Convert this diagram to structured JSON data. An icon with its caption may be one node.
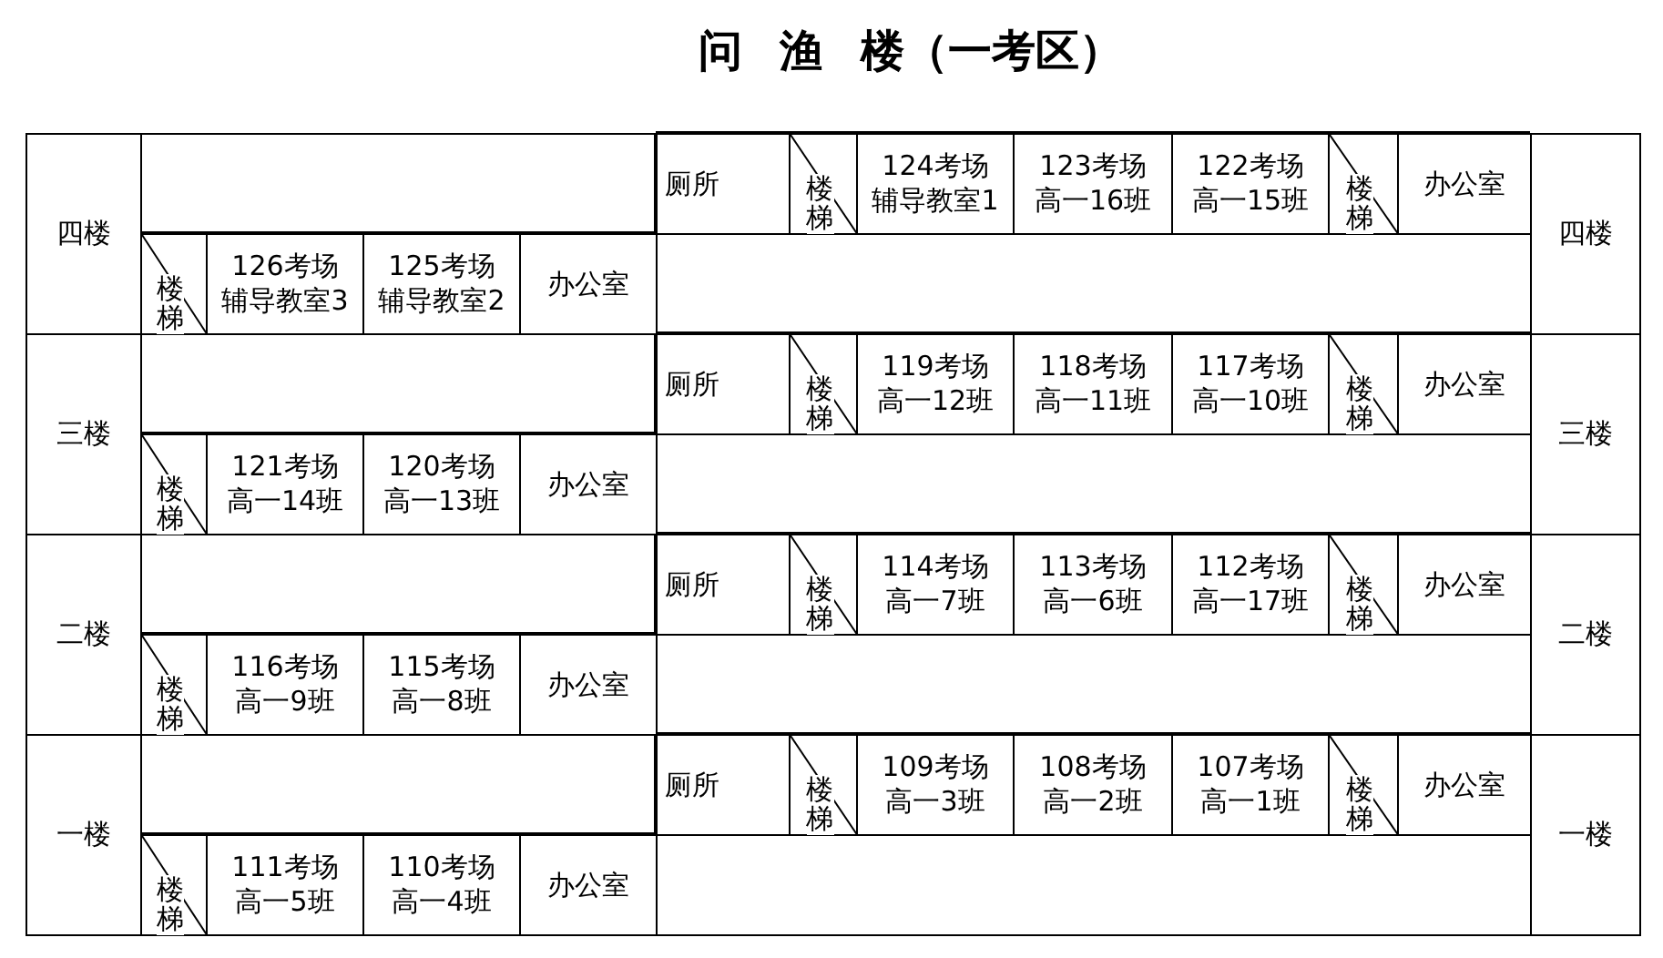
{
  "diagram": {
    "title": "问 渔 楼（一考区）",
    "nodes": [
      {
        "text": [
          "四楼"
        ]
      },
      {
        "text": [
          "厕所"
        ]
      },
      {
        "text": [
          "楼梯"
        ]
      },
      {
        "text": [
          "124考场",
          "辅导教室1"
        ]
      },
      {
        "text": [
          "123考场",
          "高一16班"
        ]
      },
      {
        "text": [
          "122考场",
          "高一15班"
        ]
      },
      {
        "text": [
          "楼梯"
        ]
      },
      {
        "text": [
          "办公室"
        ]
      },
      {
        "text": [
          "四楼"
        ]
      },
      {
        "text": [
          "楼梯"
        ]
      },
      {
        "text": [
          "126考场",
          "辅导教室3"
        ]
      },
      {
        "text": [
          "125考场",
          "辅导教室2"
        ]
      },
      {
        "text": [
          "办公室"
        ]
      },
      {
        "text": [
          "三楼"
        ]
      },
      {
        "text": [
          "厕所"
        ]
      },
      {
        "text": [
          "楼梯"
        ]
      },
      {
        "text": [
          "119考场",
          "高一12班"
        ]
      },
      {
        "text": [
          "118考场",
          "高一11班"
        ]
      },
      {
        "text": [
          "117考场",
          "高一10班"
        ]
      },
      {
        "text": [
          "楼梯"
        ]
      },
      {
        "text": [
          "办公室"
        ]
      },
      {
        "text": [
          "三楼"
        ]
      },
      {
        "text": [
          "楼梯"
        ]
      },
      {
        "text": [
          "121考场",
          "高一14班"
        ]
      },
      {
        "text": [
          "120考场",
          "高一13班"
        ]
      },
      {
        "text": [
          "办公室"
        ]
      },
      {
        "text": [
          "二楼"
        ]
      },
      {
        "text": [
          "厕所"
        ]
      },
      {
        "text": [
          "楼梯"
        ]
      },
      {
        "text": [
          "114考场",
          "高一7班"
        ]
      },
      {
        "text": [
          "113考场",
          "高一6班"
        ]
      },
      {
        "text": [
          "112考场",
          "高一17班"
        ]
      },
      {
        "text": [
          "楼梯"
        ]
      },
      {
        "text": [
          "办公室"
        ]
      },
      {
        "text": [
          "二楼"
        ]
      },
      {
        "text": [
          "楼梯"
        ]
      },
      {
        "text": [
          "116考场",
          "高一9班"
        ]
      },
      {
        "text": [
          "115考场",
          "高一8班"
        ]
      },
      {
        "text": [
          "办公室"
        ]
      },
      {
        "text": [
          "一楼"
        ]
      },
      {
        "text": [
          "厕所"
        ]
      },
      {
        "text": [
          "楼梯"
        ]
      },
      {
        "text": [
          "109考场",
          "高一3班"
        ]
      },
      {
        "text": [
          "108考场",
          "高一2班"
        ]
      },
      {
        "text": [
          "107考场",
          "高一1班"
        ]
      },
      {
        "text": [
          "楼梯"
        ]
      },
      {
        "text": [
          "办公室"
        ]
      },
      {
        "text": [
          "一楼"
        ]
      },
      {
        "text": [
          "楼梯"
        ]
      },
      {
        "text": [
          "111考场",
          "高一5班"
        ]
      },
      {
        "text": [
          "110考场",
          "高一4班"
        ]
      },
      {
        "text": [
          "办公室"
        ]
      }
    ]
  }
}
